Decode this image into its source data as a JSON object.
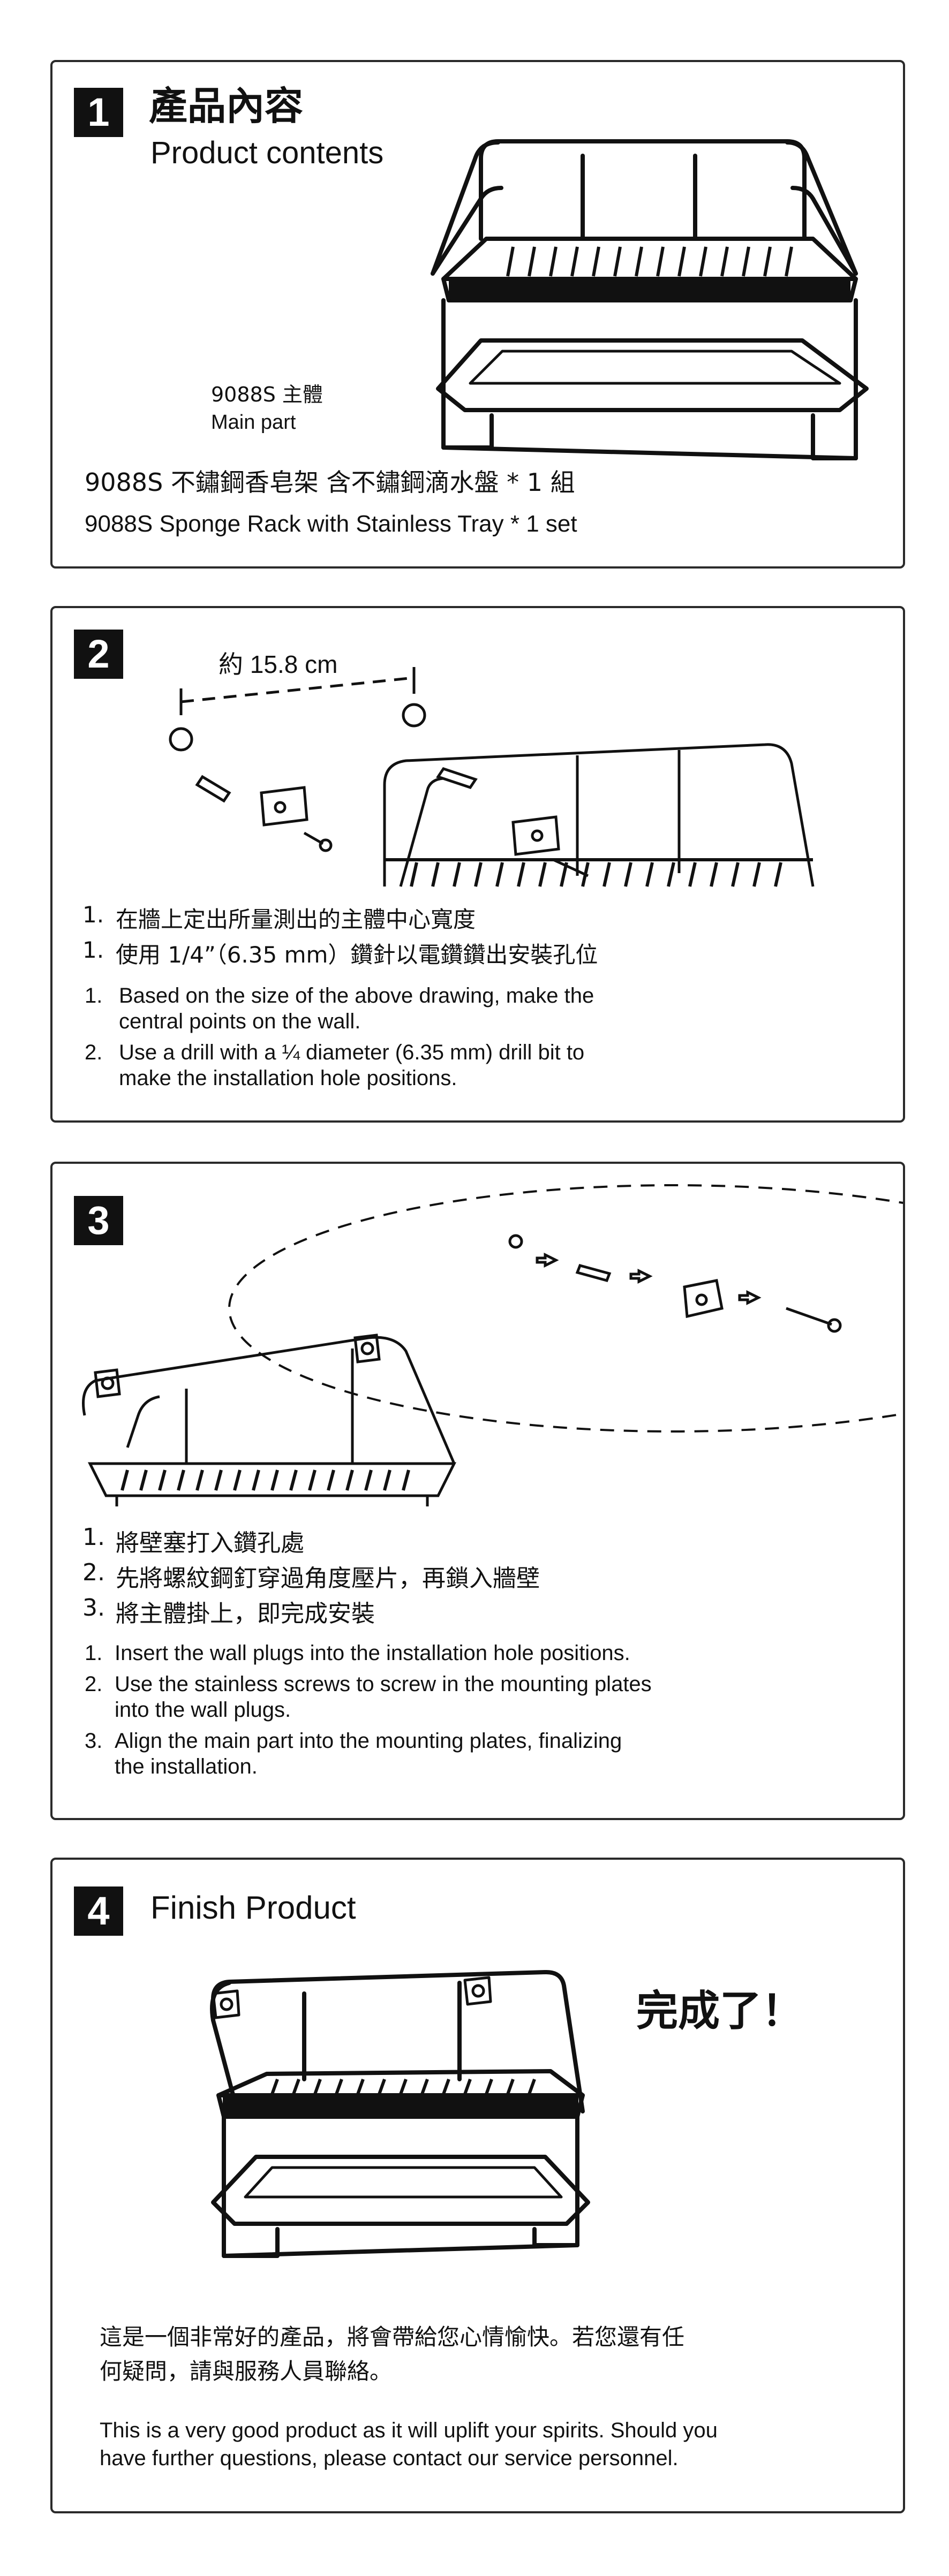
{
  "sections": [
    {
      "number": "1",
      "title_zh": "產品內容",
      "title_en": "Product contents",
      "part_code": "9088S 主體",
      "part_name": "Main part",
      "line_zh": "9088S 不鏽鋼香皂架 含不鏽鋼滴水盤 * 1 組",
      "line_en": "9088S  Sponge Rack with Stainless Tray * 1 set"
    },
    {
      "number": "2",
      "measure_label": "約 15.8 cm",
      "steps_zh": [
        {
          "num": "1.",
          "text": "在牆上定出所量測出的主體中心寬度"
        },
        {
          "num": "1.",
          "text": "使用 1/4”（6.35 mm）鑽針以電鑽鑽出安裝孔位"
        }
      ],
      "steps_en": [
        {
          "num": "1.",
          "lines": [
            "Based on the size of the above drawing, make the",
            "central points on the wall."
          ]
        },
        {
          "num": "2.",
          "lines": [
            "Use a drill with a ¼   diameter (6.35 mm) drill bit to",
            "make the installation hole positions."
          ]
        }
      ]
    },
    {
      "number": "3",
      "steps_zh": [
        {
          "num": "1.",
          "text": "將壁塞打入鑽孔處"
        },
        {
          "num": "2.",
          "text": "先將螺紋鋼釘穿過角度壓片，再鎖入牆壁"
        },
        {
          "num": "3.",
          "text": "將主體掛上，即完成安裝"
        }
      ],
      "steps_en": [
        {
          "num": "1.",
          "lines": [
            "Insert the wall plugs into the installation hole positions."
          ]
        },
        {
          "num": "2.",
          "lines": [
            "Use the stainless screws to screw in the mounting plates",
            "into the wall plugs."
          ]
        },
        {
          "num": "3.",
          "lines": [
            "Align the main part into the mounting plates, finalizing",
            "the installation."
          ]
        }
      ]
    },
    {
      "number": "4",
      "title_en": "Finish Product",
      "done_zh": "完成了！",
      "closing_zh": [
        "這是一個非常好的產品，將會帶給您心情愉快。若您還有任",
        "何疑問，請與服務人員聯絡。"
      ],
      "closing_en": [
        "This is a very good product as it will uplift your spirits. Should you",
        "have further questions, please contact our service personnel."
      ]
    }
  ]
}
